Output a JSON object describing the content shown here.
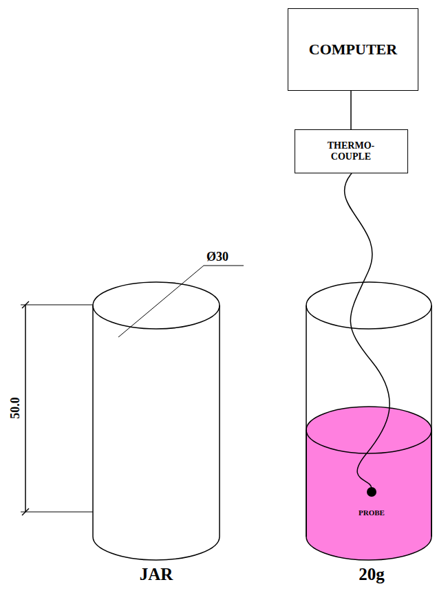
{
  "diagram": {
    "nodes": [
      {
        "text": [
          "COMPUTER"
        ]
      },
      {
        "text": [
          "THERMO- COUPLE"
        ]
      }
    ],
    "edges": [
      {
        "from": 0,
        "to": 1,
        "arrow": "none"
      }
    ],
    "labels": [
      "Ø30",
      "50.0",
      "PROBE",
      "JAR",
      "20g"
    ]
  }
}
